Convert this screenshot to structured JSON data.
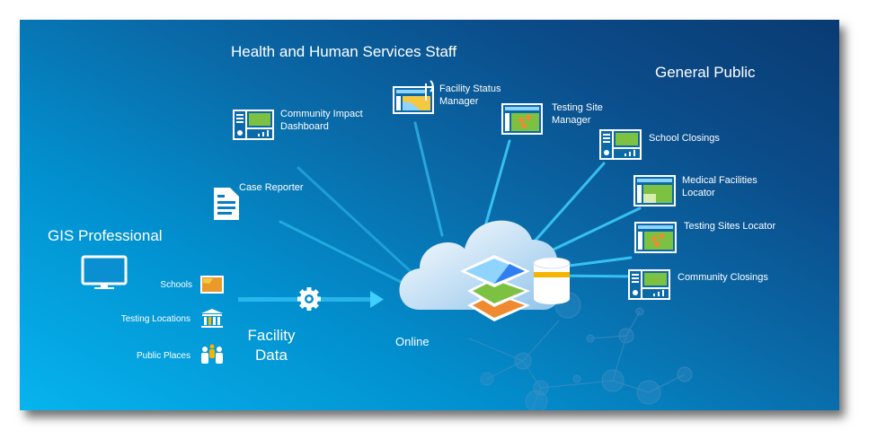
{
  "groups": {
    "hhs": "Health and Human Services Staff",
    "public": "General Public",
    "gis": "GIS Professional"
  },
  "hhs_apps": [
    {
      "line1": "Community Impact",
      "line2": "Dashboard",
      "icon": "dashboard-icon"
    },
    {
      "line1": "Facility Status",
      "line2": "Manager",
      "icon": "field-app-icon"
    },
    {
      "line1": "Testing Site",
      "line2": "Manager",
      "icon": "map-app-icon"
    },
    {
      "line1": "Case Reporter",
      "icon": "document-icon"
    }
  ],
  "public_apps": [
    {
      "line1": "School Closings",
      "icon": "dashboard-icon"
    },
    {
      "line1": "Medical Facilities",
      "line2": "Locator",
      "icon": "locator-icon"
    },
    {
      "line1": "Testing Sites Locator",
      "icon": "map-app-icon"
    },
    {
      "line1": "Community Closings",
      "icon": "dashboard-icon"
    }
  ],
  "data_sources": [
    {
      "label": "Schools",
      "icon": "map-icon"
    },
    {
      "label": "Testing Locations",
      "icon": "building-icon"
    },
    {
      "label": "Public Places",
      "icon": "people-icon"
    }
  ],
  "facility_data": {
    "line1": "Facility",
    "line2": "Data"
  },
  "cloud": {
    "label": "Online"
  },
  "colors": {
    "accent": "#3fd0ff",
    "bg_light": "#06b4ee",
    "bg_dark": "#0a3b72"
  }
}
